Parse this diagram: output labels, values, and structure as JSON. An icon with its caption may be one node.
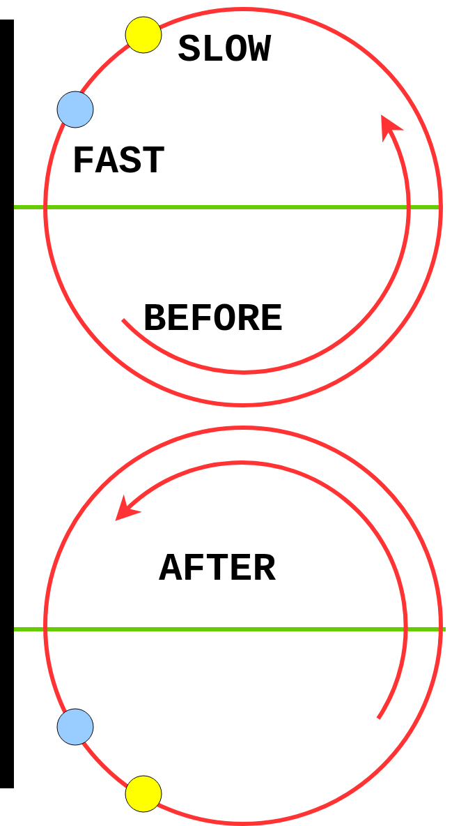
{
  "diagram": {
    "labels": [
      "SLOW",
      "FAST",
      "BEFORE",
      "AFTER"
    ]
  }
}
